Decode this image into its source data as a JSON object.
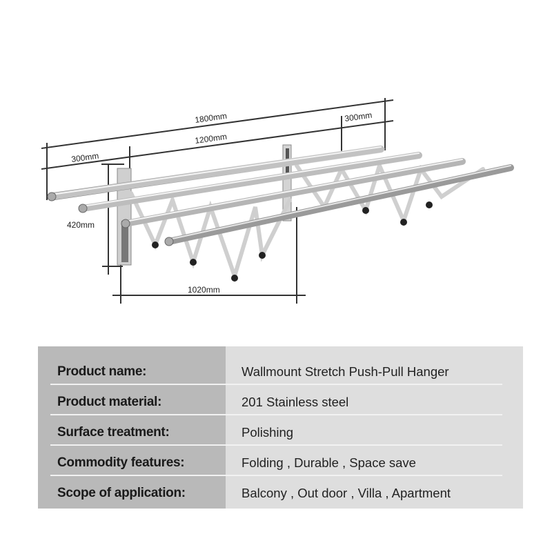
{
  "dimensions": {
    "total_length": "1800mm",
    "base_length": "1200mm",
    "left_extension": "300mm",
    "right_extension": "300mm",
    "height": "420mm",
    "depth": "1020mm"
  },
  "specs": [
    {
      "label": "Product name:",
      "value": "Wallmount Stretch Push-Pull Hanger"
    },
    {
      "label": "Product material:",
      "value": "201 Stainless steel"
    },
    {
      "label": "Surface treatment:",
      "value": "Polishing"
    },
    {
      "label": "Commodity features:",
      "value": "Folding , Durable , Space save"
    },
    {
      "label": "Scope of application:",
      "value": "Balcony , Out door , Villa , Apartment"
    }
  ]
}
